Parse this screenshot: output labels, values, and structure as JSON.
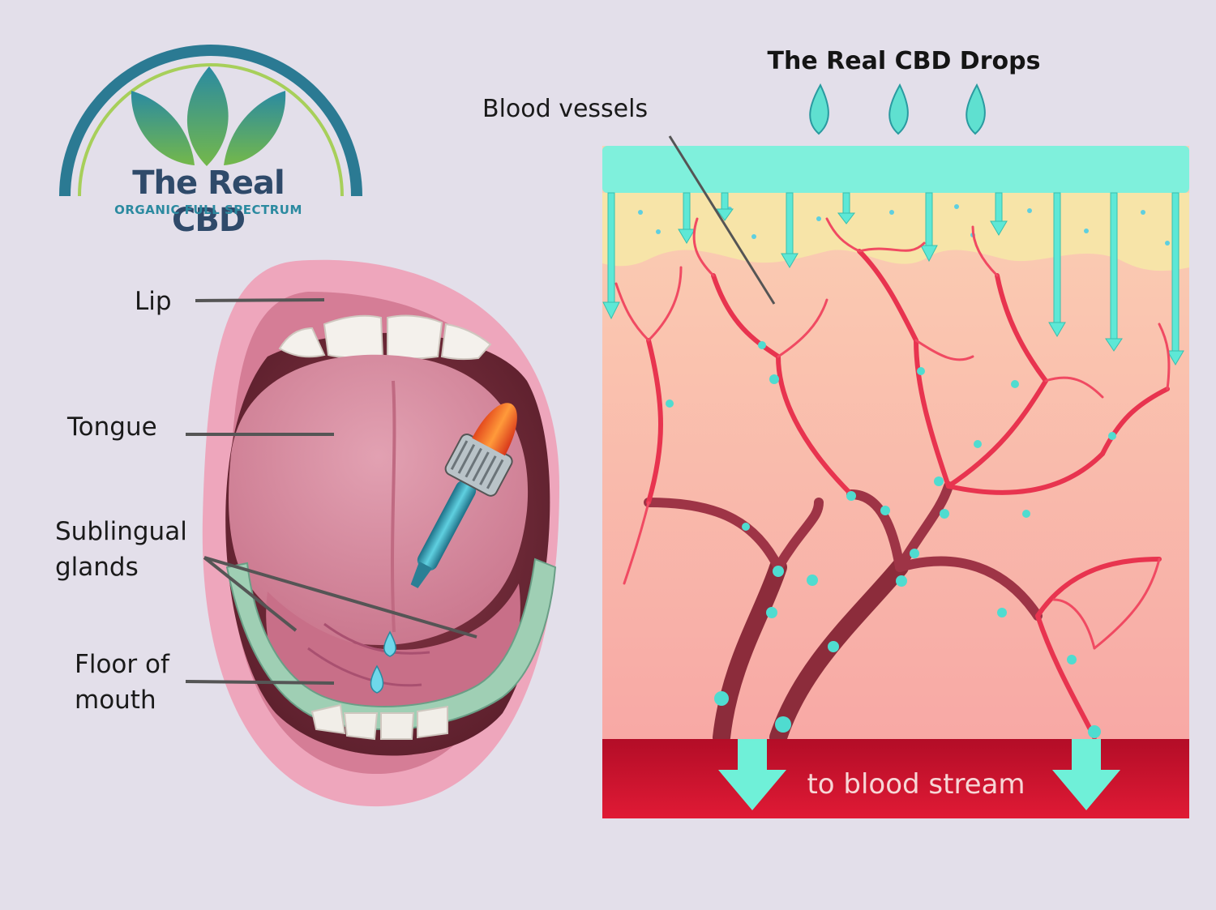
{
  "logo": {
    "title": "The Real CBD",
    "subtitle": "ORGANIC FULL SPECTRUM",
    "icon": "cannabis-leaf-arc-logo"
  },
  "mouth_labels": {
    "lip": "Lip",
    "tongue": "Tongue",
    "sublingual_line1": "Sublingual",
    "sublingual_line2": "glands",
    "floor_line1": "Floor of",
    "floor_line2": "mouth"
  },
  "absorption": {
    "drops_title": "The Real CBD Drops",
    "vessels_label": "Blood vessels",
    "stream_label": "to blood stream"
  },
  "colors": {
    "background": "#e3dfea",
    "teal": "#5ee8d6",
    "blood_dark": "#c2102b",
    "vessel": "#e8344f",
    "logo_navy": "#2f4a6a",
    "logo_teal": "#2b8aa0",
    "logo_green": "#6fb04a"
  }
}
